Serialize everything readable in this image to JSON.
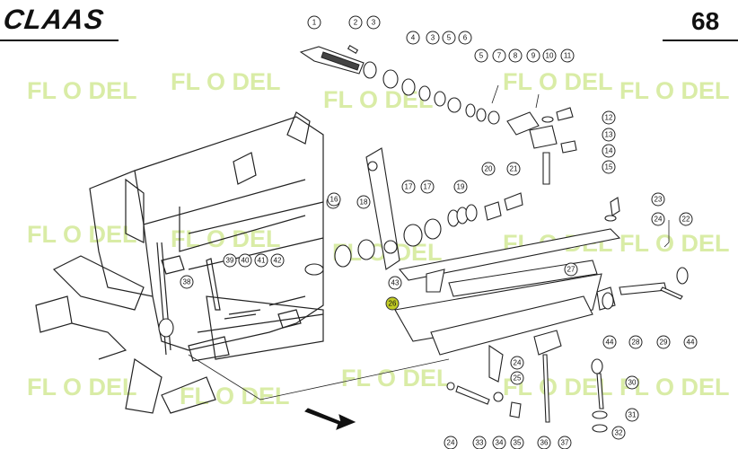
{
  "header": {
    "brand": "CLAAS",
    "page_number": "68"
  },
  "watermark": {
    "text": "FL O DEL",
    "color": "#b9dc5c"
  },
  "colors": {
    "line": "#222222",
    "highlight": "#c2cc24"
  },
  "callouts": [
    {
      "label": "1"
    },
    {
      "label": "2"
    },
    {
      "label": "3"
    },
    {
      "label": "4"
    },
    {
      "label": "3"
    },
    {
      "label": "5"
    },
    {
      "label": "6"
    },
    {
      "label": "5"
    },
    {
      "label": "7"
    },
    {
      "label": "8"
    },
    {
      "label": "9"
    },
    {
      "label": "10"
    },
    {
      "label": "11"
    },
    {
      "label": "12"
    },
    {
      "label": "13"
    },
    {
      "label": "14"
    },
    {
      "label": "15"
    },
    {
      "label": "16"
    },
    {
      "label": "17"
    },
    {
      "label": "18"
    },
    {
      "label": "17"
    },
    {
      "label": "16"
    },
    {
      "label": "19"
    },
    {
      "label": "20"
    },
    {
      "label": "21"
    },
    {
      "label": "23"
    },
    {
      "label": "24"
    },
    {
      "label": "22"
    },
    {
      "label": "39"
    },
    {
      "label": "40"
    },
    {
      "label": "41"
    },
    {
      "label": "42"
    },
    {
      "label": "38"
    },
    {
      "label": "43"
    },
    {
      "label": "26"
    },
    {
      "label": "27"
    },
    {
      "label": "44"
    },
    {
      "label": "28"
    },
    {
      "label": "29"
    },
    {
      "label": "44"
    },
    {
      "label": "24"
    },
    {
      "label": "25"
    },
    {
      "label": "30"
    },
    {
      "label": "31"
    },
    {
      "label": "32"
    },
    {
      "label": "24"
    },
    {
      "label": "33"
    },
    {
      "label": "34"
    },
    {
      "label": "35"
    },
    {
      "label": "36"
    },
    {
      "label": "37"
    }
  ],
  "highlighted_callout": "26"
}
